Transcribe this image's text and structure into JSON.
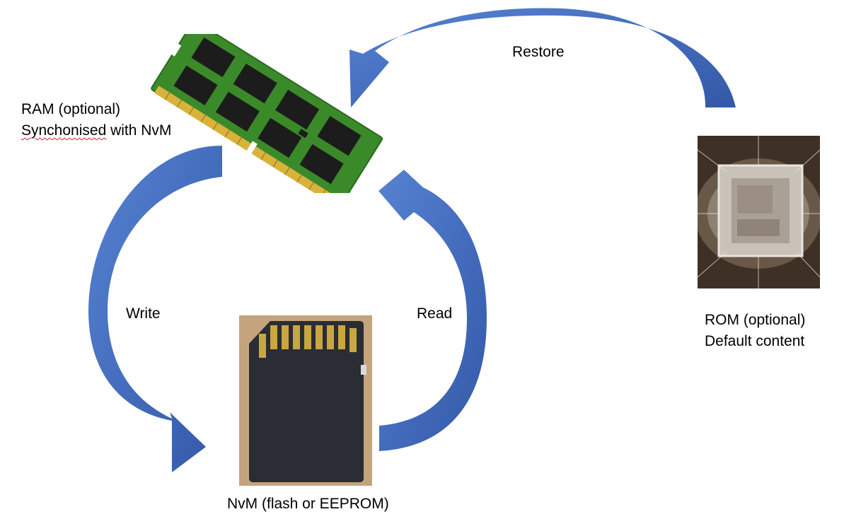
{
  "ram": {
    "line1": "RAM (optional)",
    "line2_word1": "Synchonised",
    "line2_rest": " with NvM",
    "icon": "ram-module-icon"
  },
  "nvm": {
    "label": "NvM (flash or EEPROM)",
    "icon": "sd-card-icon"
  },
  "rom": {
    "line1": "ROM (optional)",
    "line2": "Default content",
    "icon": "chip-die-icon"
  },
  "arrows": {
    "restore": "Restore",
    "write": "Write",
    "read": "Read"
  },
  "colors": {
    "arrow_fill": "#4472c4",
    "arrow_dark": "#3458a8",
    "pcb_green": "#3b8a2a",
    "chip_black": "#1c1c1c",
    "gold": "#d8b23a",
    "card_body": "#2a2d33",
    "card_bg": "#c7a882",
    "die_bg": "#4a3a2a"
  }
}
